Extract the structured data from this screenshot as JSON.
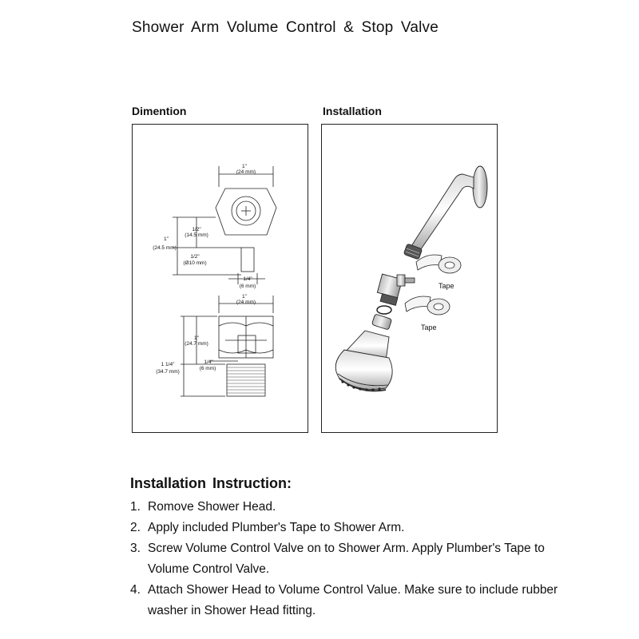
{
  "title": "Shower  Arm  Volume  Control  &  Stop  Valve",
  "panels": {
    "dimension_label": "Dimention",
    "installation_label": "Installation"
  },
  "dimensions": {
    "top_width_in": "1\"",
    "top_width_mm": "(24 mm)",
    "half_in_a": "1/2\"",
    "half_mm_a": "(14.5 mm)",
    "one_in_a": "1\"",
    "one_mm_a": "(24.5 mm)",
    "half_in_b": "1/2\"",
    "half_mm_b": "(Ø10 mm)",
    "quarter_in_a": "1/4\"",
    "quarter_mm_a": "(6 mm)",
    "side_width_in": "1\"",
    "side_width_mm": "(24 mm)",
    "one_in_b": "1\"",
    "one_mm_b": "(24.7 mm)",
    "one_quarter_in": "1 1/4\"",
    "one_quarter_mm": "(34.7 mm)",
    "quarter_in_b": "1/4\"",
    "quarter_mm_b": "(6 mm)"
  },
  "installation": {
    "tape_label_1": "Tape",
    "tape_label_2": "Tape"
  },
  "instructions": {
    "heading": "Installation  Instruction:",
    "steps": [
      {
        "num": "1.",
        "text": "Romove Shower Head."
      },
      {
        "num": "2.",
        "text": "Apply included Plumber's Tape to Shower Arm."
      },
      {
        "num": "3.",
        "text": "Screw Volume Control Valve on to Shower Arm. Apply Plumber's Tape to Volume Control Valve."
      },
      {
        "num": "4.",
        "text": "Attach Shower Head to Volume Control Value. Make sure to include rubber washer in Shower Head fitting."
      }
    ]
  }
}
